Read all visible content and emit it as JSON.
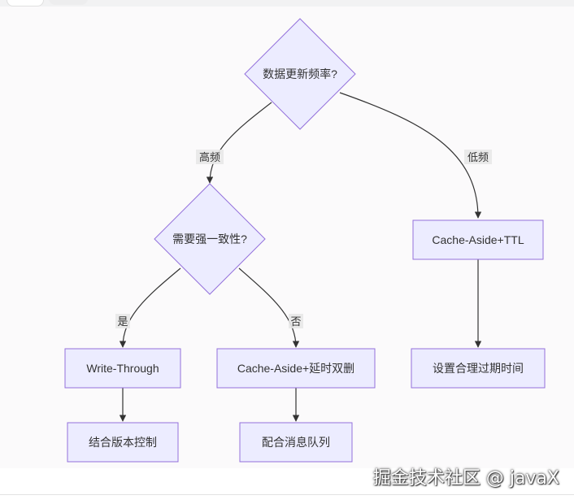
{
  "diagram": {
    "nodes": {
      "q_freq": "数据更新频率?",
      "q_consistency": "需要强一致性?",
      "cache_ttl": "Cache-Aside+TTL",
      "write_through": "Write-Through",
      "cache_double_delete": "Cache-Aside+延时双删",
      "set_expire": "设置合理过期时间",
      "version_control": "结合版本控制",
      "message_queue": "配合消息队列"
    },
    "edge_labels": {
      "high": "高频",
      "low": "低频",
      "yes": "是",
      "no": "否"
    },
    "colors": {
      "node_fill": "#ececff",
      "node_stroke": "#9370db",
      "edge": "#333333",
      "label_bg": "#e8e8e8"
    }
  },
  "watermark": "掘金技术社区 @ javaX"
}
